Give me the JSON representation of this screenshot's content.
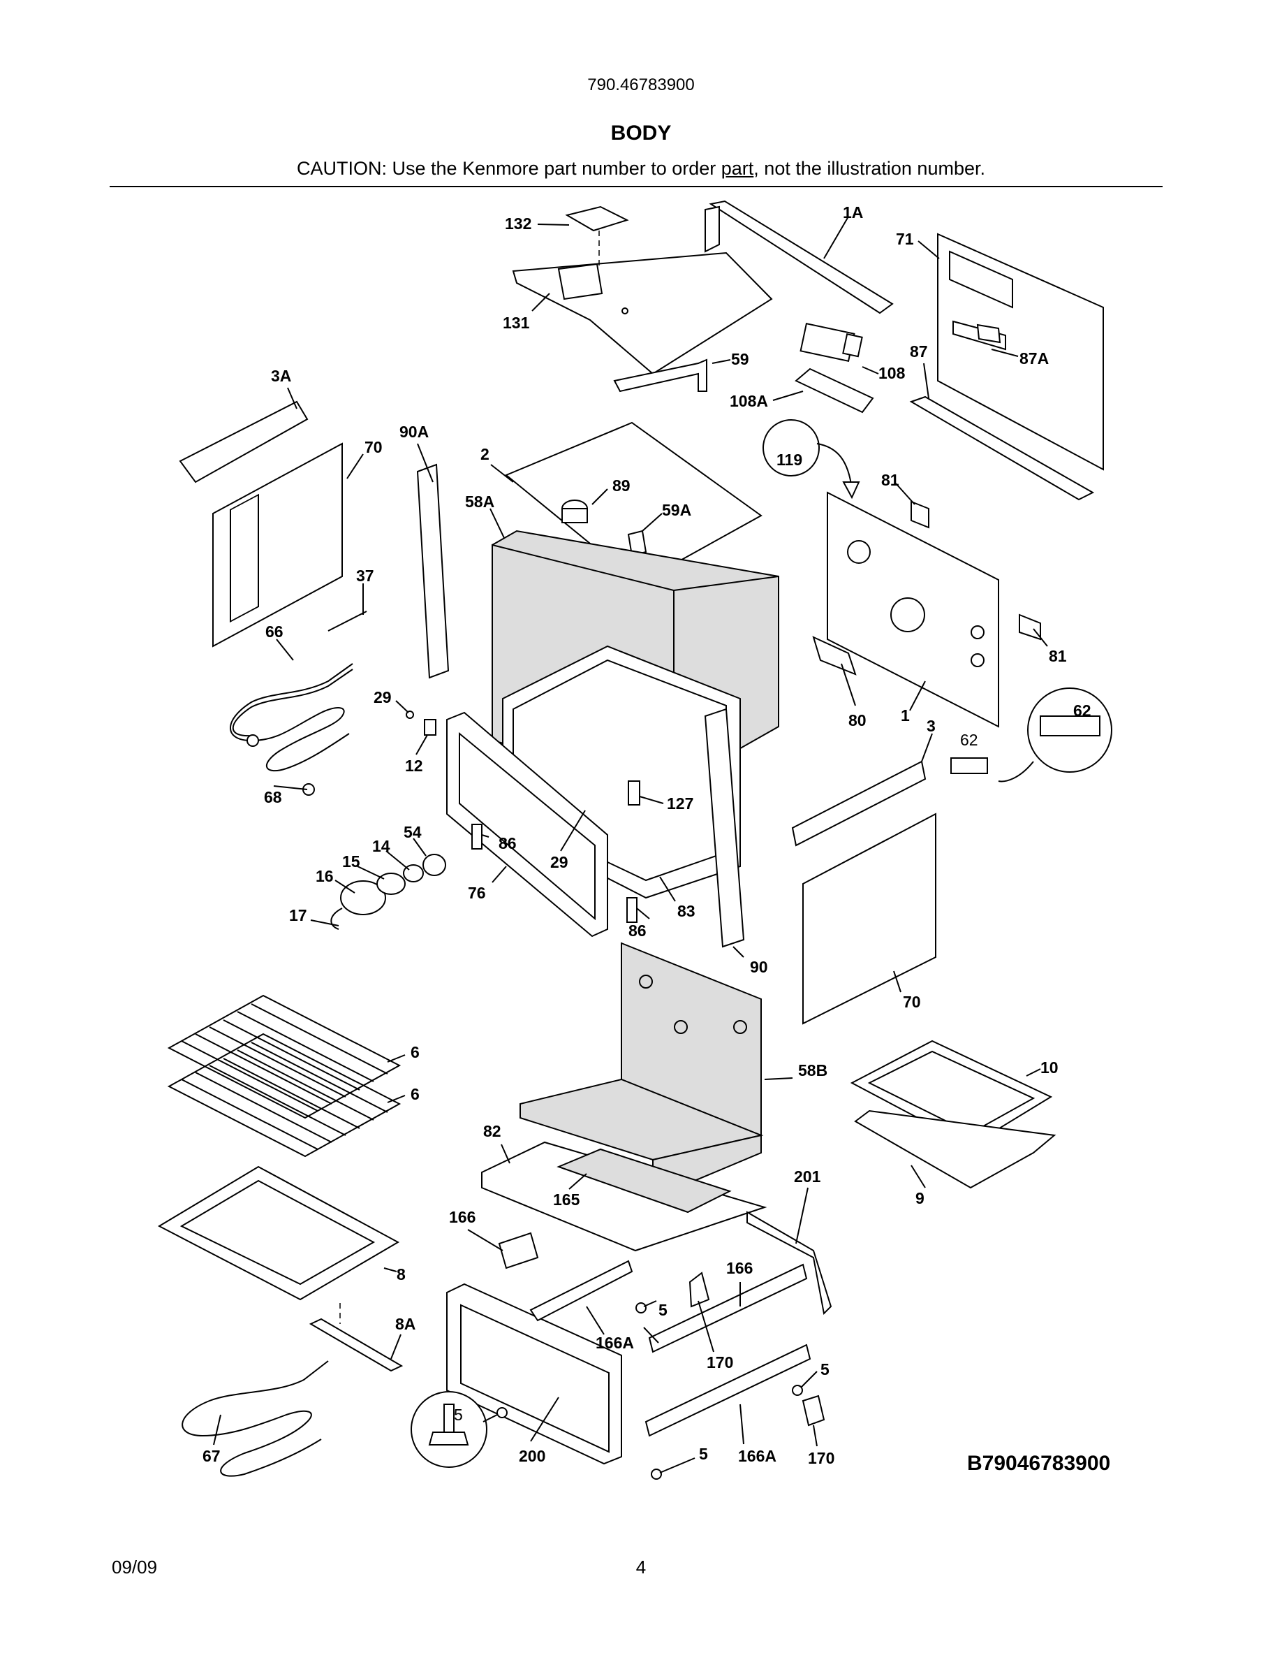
{
  "header": {
    "model": "790.46783900",
    "title": "BODY",
    "caution_pre": "CAUTION: Use the Kenmore part number to order ",
    "caution_link": "part",
    "caution_post": ", not the illustration number."
  },
  "diagram": {
    "code": "B79046783900",
    "labels": {
      "p132": "132",
      "p1A": "1A",
      "p71": "71",
      "p131": "131",
      "p59": "59",
      "p108": "108",
      "p87": "87",
      "p87A": "87A",
      "p3A": "3A",
      "p108A": "108A",
      "p90A": "90A",
      "p70a": "70",
      "p2": "2",
      "p119": "119",
      "p89": "89",
      "p58A": "58A",
      "p59A": "59A",
      "p81a": "81",
      "p37": "37",
      "p81b": "81",
      "p66": "66",
      "p62a": "62",
      "p29a": "29",
      "p80": "80",
      "p1": "1",
      "p62b": "62",
      "p3": "3",
      "p12": "12",
      "p68": "68",
      "p127": "127",
      "p54": "54",
      "p14": "14",
      "p86a": "86",
      "p15": "15",
      "p29b": "29",
      "p16": "16",
      "p83": "83",
      "p76": "76",
      "p17": "17",
      "p86b": "86",
      "p90": "90",
      "p70b": "70",
      "p6a": "6",
      "p6b": "6",
      "p58B": "58B",
      "p10": "10",
      "p82": "82",
      "p165": "165",
      "p201": "201",
      "p9": "9",
      "p166a": "166",
      "p8": "8",
      "p166b": "166",
      "p5a": "5",
      "p8A": "8A",
      "p166Aa": "166A",
      "p170a": "170",
      "p5b": "5",
      "p5c": "5",
      "p67": "67",
      "p200": "200",
      "p5d": "5",
      "p166Ab": "166A",
      "p170b": "170"
    }
  },
  "footer": {
    "date": "09/09",
    "page": "4"
  }
}
